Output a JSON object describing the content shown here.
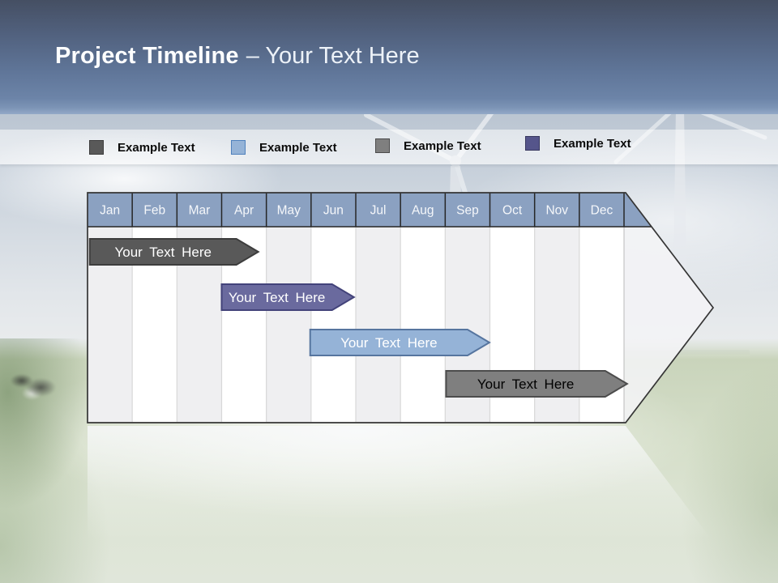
{
  "title": {
    "bold": "Project Timeline",
    "rest": "– Your Text Here"
  },
  "legend": {
    "items": [
      {
        "label": "Example Text",
        "color": "#595959",
        "border": "#3d3d3d"
      },
      {
        "label": "Example Text",
        "color": "#95b3d7",
        "border": "#4f81bd"
      },
      {
        "label": "Example Text",
        "color": "#7f7f7f",
        "border": "#4c4c4c"
      },
      {
        "label": "Example Text",
        "color": "#55558b",
        "border": "#38385f"
      }
    ]
  },
  "timeline": {
    "months": [
      "Jan",
      "Feb",
      "Mar",
      "Apr",
      "May",
      "Jun",
      "Jul",
      "Aug",
      "Sep",
      "Oct",
      "Nov",
      "Dec"
    ],
    "header_color": "#8ba1c1",
    "bars": [
      {
        "label": "Your Text Here",
        "start": 0.05,
        "end": 3.33,
        "row": 0,
        "fill": "#595959",
        "stroke": "#3d3d3d",
        "text_color": "#ffffff"
      },
      {
        "label": "Your Text Here",
        "start": 3.0,
        "end": 5.47,
        "row": 1,
        "fill": "#6a6a9e",
        "stroke": "#43437a",
        "text_color": "#ffffff"
      },
      {
        "label": "Your Text Here",
        "start": 4.98,
        "end": 8.5,
        "row": 2,
        "fill": "#95b3d7",
        "stroke": "#56759f",
        "text_color": "#ffffff"
      },
      {
        "label": "Your Text Here",
        "start": 8.02,
        "end": 11.58,
        "row": 3,
        "fill": "#7f7f7f",
        "stroke": "#4c4c4c",
        "text_color": "#000000"
      }
    ]
  }
}
